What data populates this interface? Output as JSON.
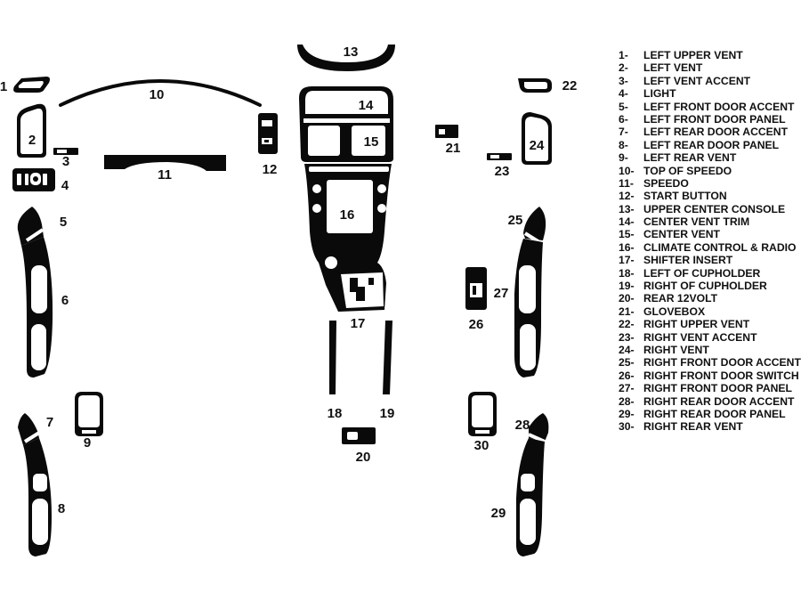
{
  "colors": {
    "part": "#0a0a0a",
    "background": "#ffffff",
    "text": "#111111"
  },
  "callouts": {
    "c1": "1",
    "c2": "2",
    "c3": "3",
    "c4": "4",
    "c5": "5",
    "c6": "6",
    "c7": "7",
    "c8": "8",
    "c9": "9",
    "c10": "10",
    "c11": "11",
    "c12": "12",
    "c13": "13",
    "c14": "14",
    "c15": "15",
    "c16": "16",
    "c17": "17",
    "c18": "18",
    "c19": "19",
    "c20": "20",
    "c21": "21",
    "c22": "22",
    "c23": "23",
    "c24": "24",
    "c25": "25",
    "c26": "26",
    "c27": "27",
    "c28": "28",
    "c29": "29",
    "c30": "30"
  },
  "legend": [
    {
      "num": "1-",
      "label": "LEFT UPPER VENT"
    },
    {
      "num": "2-",
      "label": "LEFT VENT"
    },
    {
      "num": "3-",
      "label": "LEFT VENT ACCENT"
    },
    {
      "num": "4-",
      "label": "LIGHT"
    },
    {
      "num": "5-",
      "label": "LEFT FRONT DOOR ACCENT"
    },
    {
      "num": "6-",
      "label": "LEFT FRONT DOOR PANEL"
    },
    {
      "num": "7-",
      "label": "LEFT REAR DOOR ACCENT"
    },
    {
      "num": "8-",
      "label": "LEFT REAR DOOR PANEL"
    },
    {
      "num": "9-",
      "label": "LEFT REAR VENT"
    },
    {
      "num": "10-",
      "label": "TOP OF SPEEDO"
    },
    {
      "num": "11-",
      "label": "SPEEDO"
    },
    {
      "num": "12-",
      "label": "START BUTTON"
    },
    {
      "num": "13-",
      "label": "UPPER CENTER CONSOLE"
    },
    {
      "num": "14-",
      "label": "CENTER VENT TRIM"
    },
    {
      "num": "15-",
      "label": "CENTER VENT"
    },
    {
      "num": "16-",
      "label": "CLIMATE CONTROL & RADIO"
    },
    {
      "num": "17-",
      "label": "SHIFTER INSERT"
    },
    {
      "num": "18-",
      "label": "LEFT OF CUPHOLDER"
    },
    {
      "num": "19-",
      "label": "RIGHT OF CUPHOLDER"
    },
    {
      "num": "20-",
      "label": "REAR 12VOLT"
    },
    {
      "num": "21-",
      "label": "GLOVEBOX"
    },
    {
      "num": "22-",
      "label": "RIGHT UPPER VENT"
    },
    {
      "num": "23-",
      "label": "RIGHT VENT ACCENT"
    },
    {
      "num": "24-",
      "label": "RIGHT VENT"
    },
    {
      "num": "25-",
      "label": "RIGHT FRONT DOOR ACCENT"
    },
    {
      "num": "26-",
      "label": "RIGHT FRONT DOOR SWITCH"
    },
    {
      "num": "27-",
      "label": "RIGHT FRONT DOOR PANEL"
    },
    {
      "num": "28-",
      "label": "RIGHT REAR DOOR ACCENT"
    },
    {
      "num": "29-",
      "label": "RIGHT REAR DOOR PANEL"
    },
    {
      "num": "30-",
      "label": "RIGHT REAR VENT"
    }
  ]
}
